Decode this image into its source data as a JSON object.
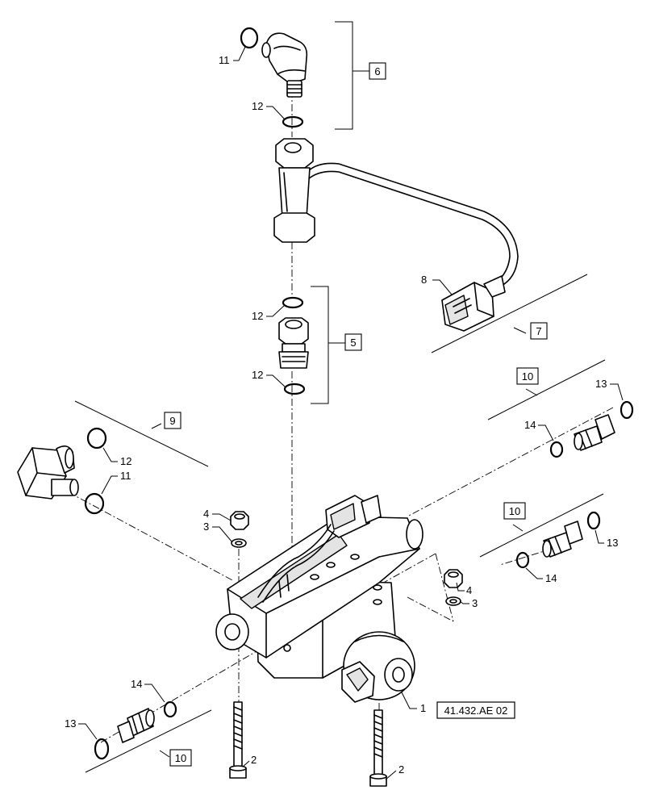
{
  "callouts": {
    "c11a": "11",
    "c12a": "12",
    "c12b": "12",
    "c12c": "12",
    "c8": "8",
    "c13a": "13",
    "c14a": "14",
    "c12d": "12",
    "c11b": "11",
    "c4a": "4",
    "c3a": "3",
    "c13b": "13",
    "c14b": "14",
    "c4b": "4",
    "c3b": "3",
    "c14c": "14",
    "c13c": "13",
    "c1": "1",
    "c2a": "2",
    "c2b": "2"
  },
  "group_labels": {
    "g6": "6",
    "g5": "5",
    "g7": "7",
    "g9": "9",
    "g10a": "10",
    "g10b": "10",
    "g10c": "10"
  },
  "reference": "41.432.AE 02"
}
